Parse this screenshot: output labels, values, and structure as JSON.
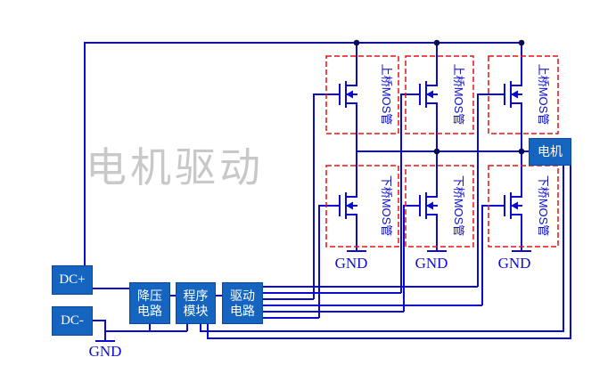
{
  "diagram": {
    "watermark": "电机驱动",
    "upper_mos_label": "上桥MOS管",
    "lower_mos_label": "下桥MOS管",
    "gnd_label": "GND",
    "motor_label": "电机",
    "dc_plus_label": "DC+",
    "dc_minus_label": "DC-",
    "modules": {
      "buck": {
        "line1": "降压",
        "line2": "电路"
      },
      "program": {
        "line1": "程序",
        "line2": "模块"
      },
      "driver": {
        "line1": "驱动",
        "line2": "电路"
      }
    },
    "colors": {
      "wire_blue": "#0b0bd0",
      "box_fill_blue": "#1565c0",
      "box_border_blue": "#0d47a1",
      "dashed_box_red": "#ea1212",
      "watermark_gray": "#c8c8c8",
      "label_blue": "#0d0dd0"
    }
  }
}
